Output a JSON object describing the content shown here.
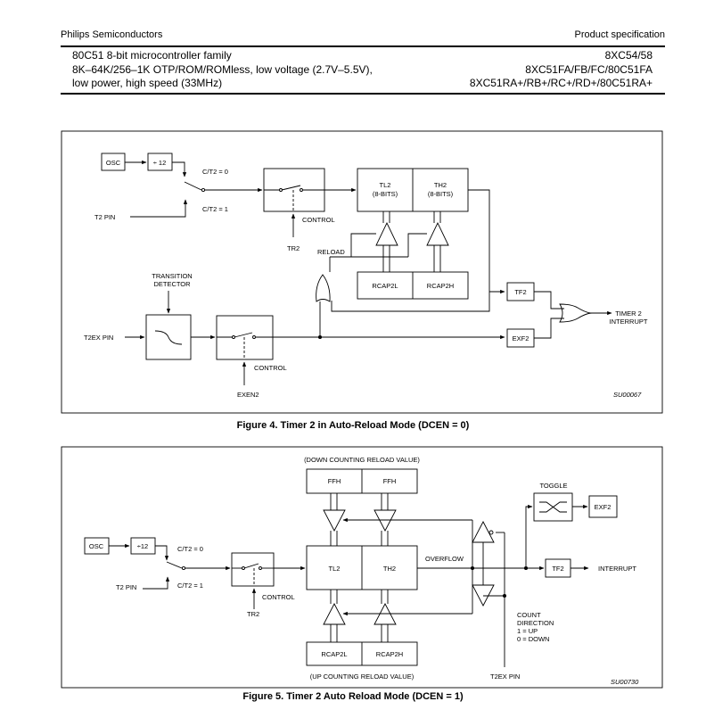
{
  "header": {
    "company": "Philips Semiconductors",
    "doc_type": "Product specification",
    "title_left": [
      "80C51 8-bit microcontroller family",
      "8K–64K/256–1K OTP/ROM/ROMless, low voltage (2.7V–5.5V),",
      "low power, high speed (33MHz)"
    ],
    "title_right": [
      "8XC54/58",
      "8XC51FA/FB/FC/80C51FA",
      "8XC51RA+/RB+/RC+/RD+/80C51RA+"
    ]
  },
  "figure4": {
    "caption": "Figure 4.  Timer 2 in Auto-Reload Mode (DCEN = 0)",
    "code": "SU00067",
    "labels": {
      "osc": "OSC",
      "div12": "÷ 12",
      "ct2_0": "C/T2 = 0",
      "ct2_1": "C/T2 = 1",
      "t2pin": "T2 PIN",
      "control1": "CONTROL",
      "tr2": "TR2",
      "tl2": "TL2",
      "tl2_bits": "(8-BITS)",
      "th2": "TH2",
      "th2_bits": "(8-BITS)",
      "reload": "RELOAD",
      "rcap2l": "RCAP2L",
      "rcap2h": "RCAP2H",
      "td1": "TRANSITION",
      "td2": "DETECTOR",
      "t2expin": "T2EX PIN",
      "control2": "CONTROL",
      "exen2": "EXEN2",
      "tf2": "TF2",
      "exf2": "EXF2",
      "int1": "TIMER 2",
      "int2": "INTERRUPT"
    }
  },
  "figure5": {
    "caption": "Figure 5.  Timer 2 Auto Reload Mode (DCEN = 1)",
    "code": "SU00730",
    "labels": {
      "down_reload": "(DOWN COUNTING RELOAD VALUE)",
      "ffh1": "FFH",
      "ffh2": "FFH",
      "toggle": "TOGGLE",
      "exf2": "EXF2",
      "osc": "OSC",
      "div12": "÷12",
      "ct2_0": "C/T2 = 0",
      "ct2_1": "C/T2 = 1",
      "t2pin": "T2 PIN",
      "control": "CONTROL",
      "tr2": "TR2",
      "tl2": "TL2",
      "th2": "TH2",
      "overflow": "OVERFLOW",
      "tf2": "TF2",
      "interrupt": "INTERRUPT",
      "cd1": "COUNT",
      "cd2": "DIRECTION",
      "cd3": "1 = UP",
      "cd4": "0 = DOWN",
      "rcap2l": "RCAP2L",
      "rcap2h": "RCAP2H",
      "up_reload": "(UP COUNTING RELOAD VALUE)",
      "t2expin": "T2EX PIN"
    }
  }
}
